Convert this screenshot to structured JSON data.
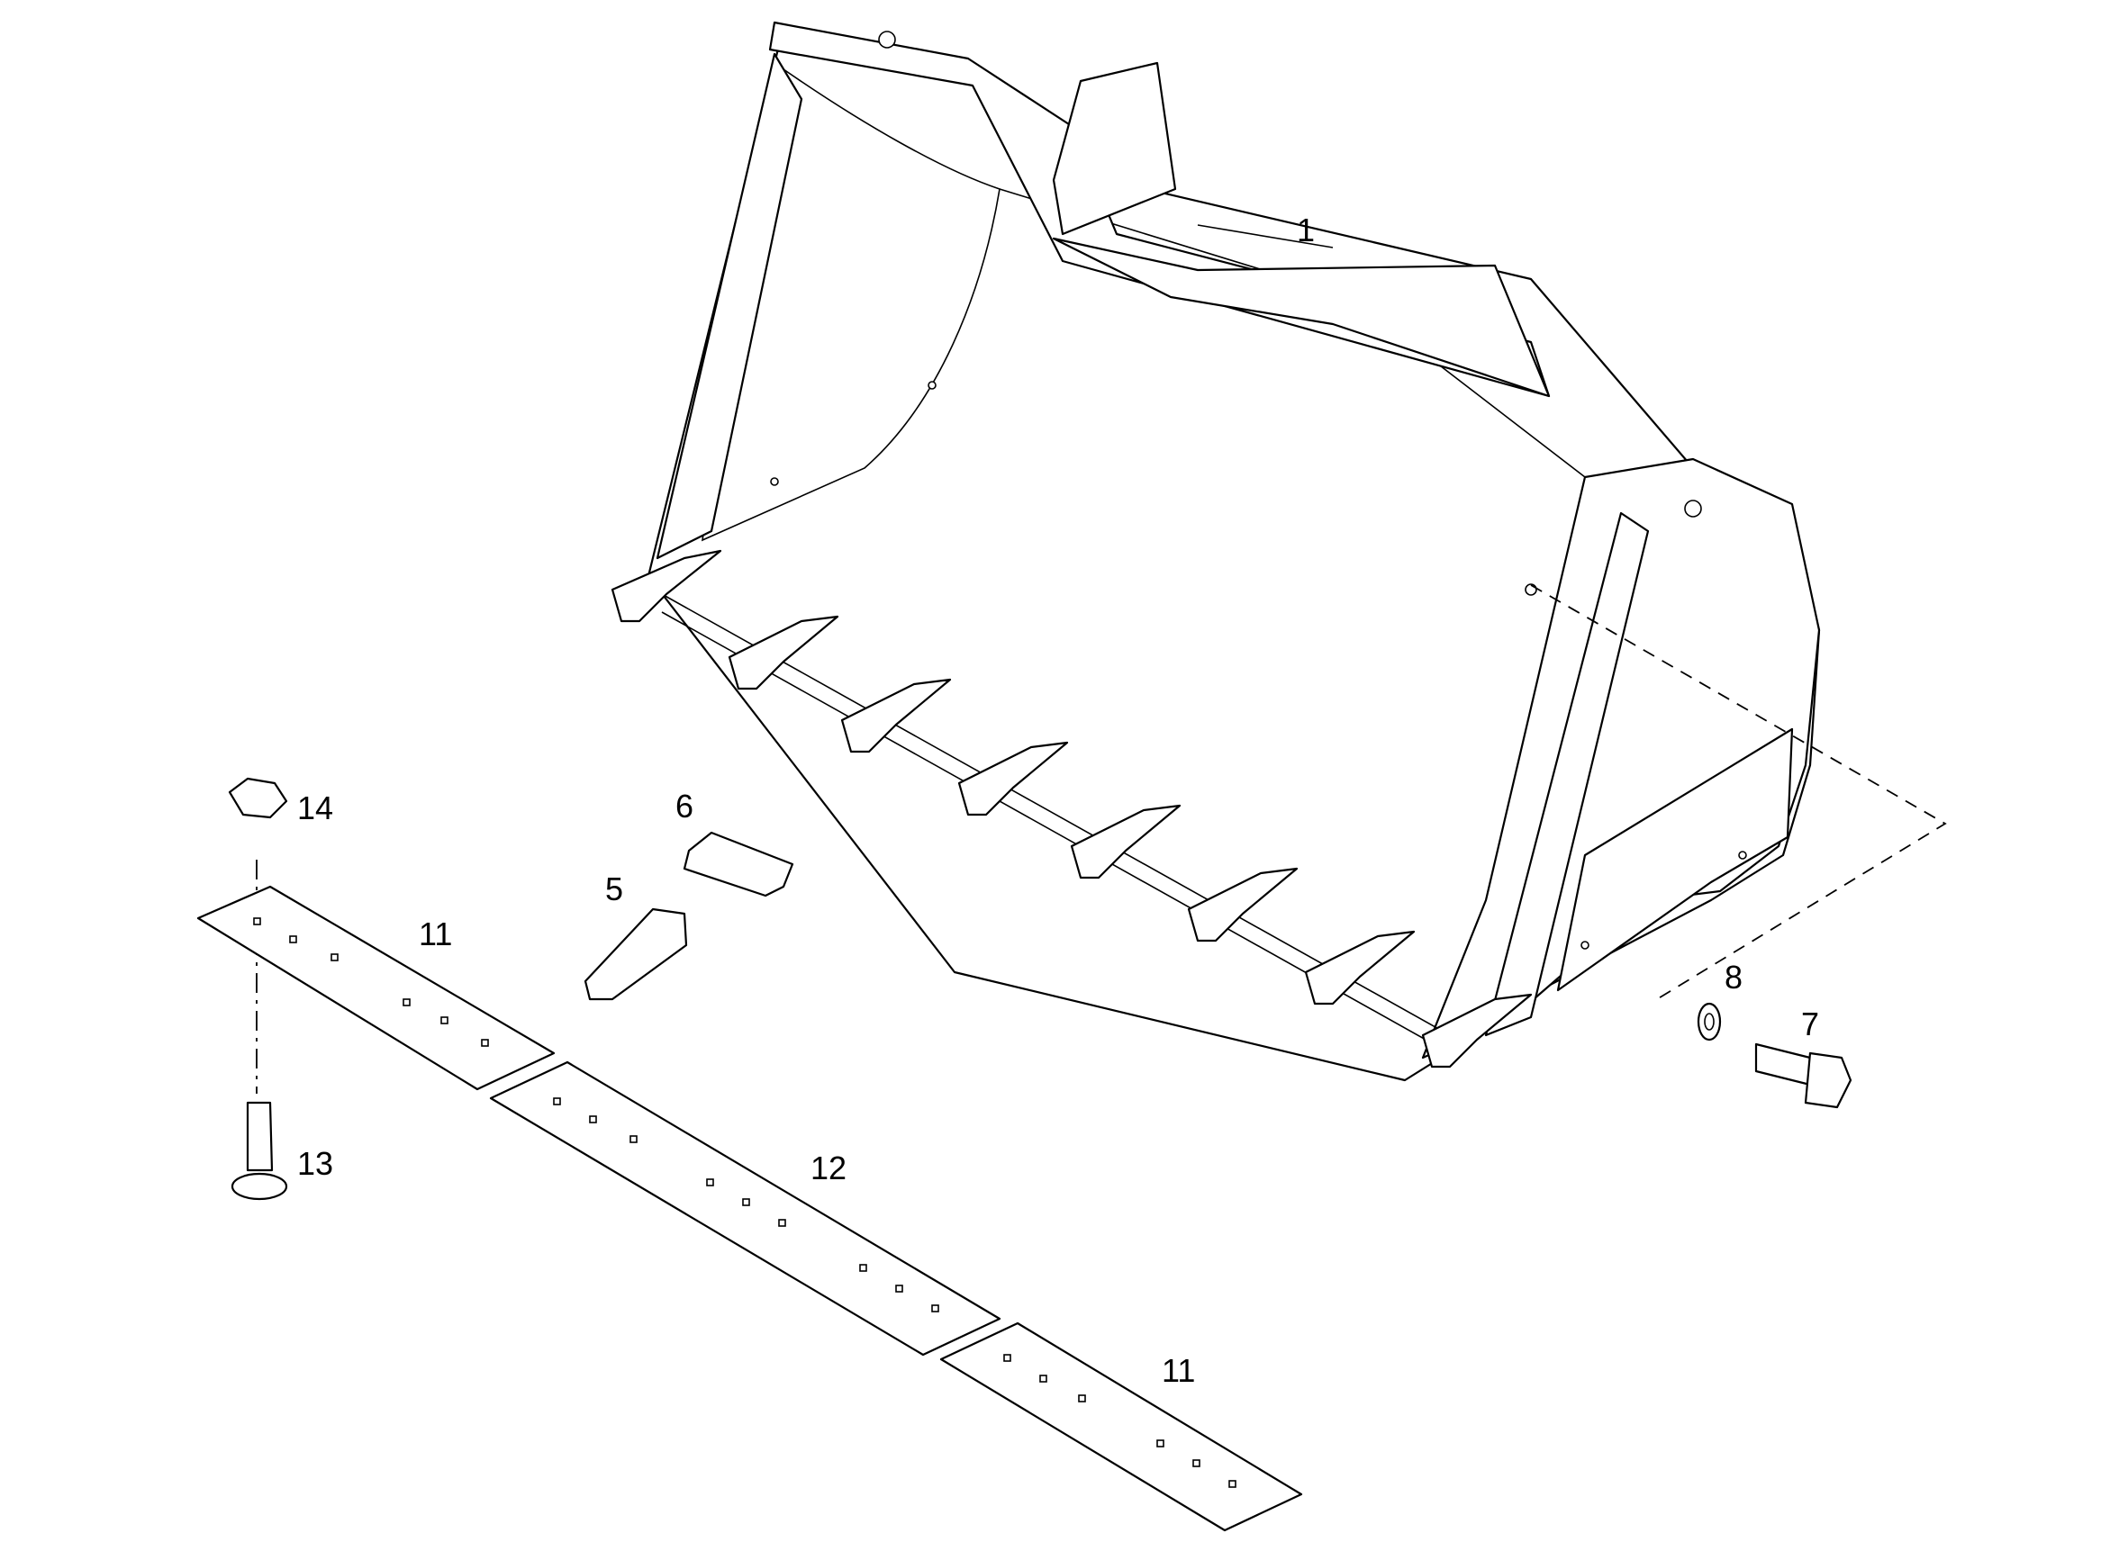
{
  "callouts": [
    {
      "id": "c1",
      "text": "1"
    },
    {
      "id": "c5",
      "text": "5"
    },
    {
      "id": "c6",
      "text": "6"
    },
    {
      "id": "c7",
      "text": "7"
    },
    {
      "id": "c8",
      "text": "8"
    },
    {
      "id": "c11a",
      "text": "11"
    },
    {
      "id": "c11b",
      "text": "11"
    },
    {
      "id": "c12",
      "text": "12"
    },
    {
      "id": "c13",
      "text": "13"
    },
    {
      "id": "c14",
      "text": "14"
    }
  ],
  "colors": {
    "line": "#000000",
    "background": "#ffffff"
  }
}
